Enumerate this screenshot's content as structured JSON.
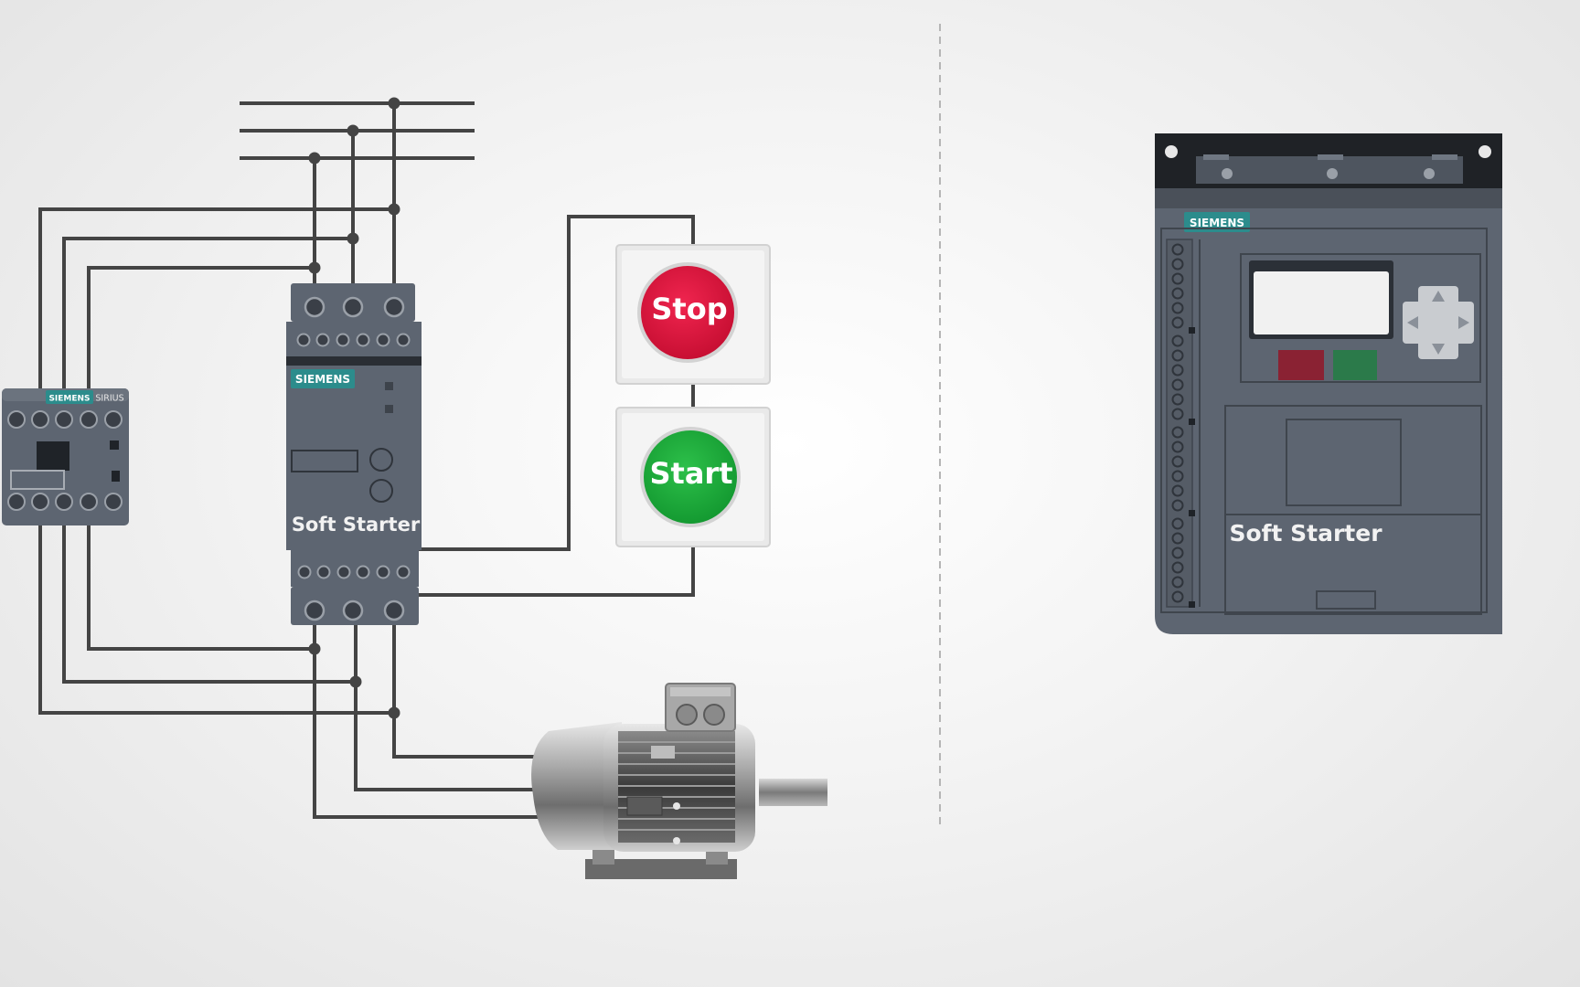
{
  "diagram": {
    "left": {
      "contactor": {
        "brand": "SIEMENS",
        "series": "SIRIUS"
      },
      "soft_starter": {
        "brand": "SIEMENS",
        "label": "Soft Starter"
      },
      "stop_button": {
        "label": "Stop",
        "color": "#e0163f"
      },
      "start_button": {
        "label": "Start",
        "color": "#1aa83a"
      }
    },
    "right": {
      "soft_starter": {
        "brand": "SIEMENS",
        "label": "Soft Starter"
      }
    },
    "colors": {
      "wire": "#444444",
      "device_body": "#5d6571",
      "brand_badge": "#2c8c8c"
    }
  }
}
